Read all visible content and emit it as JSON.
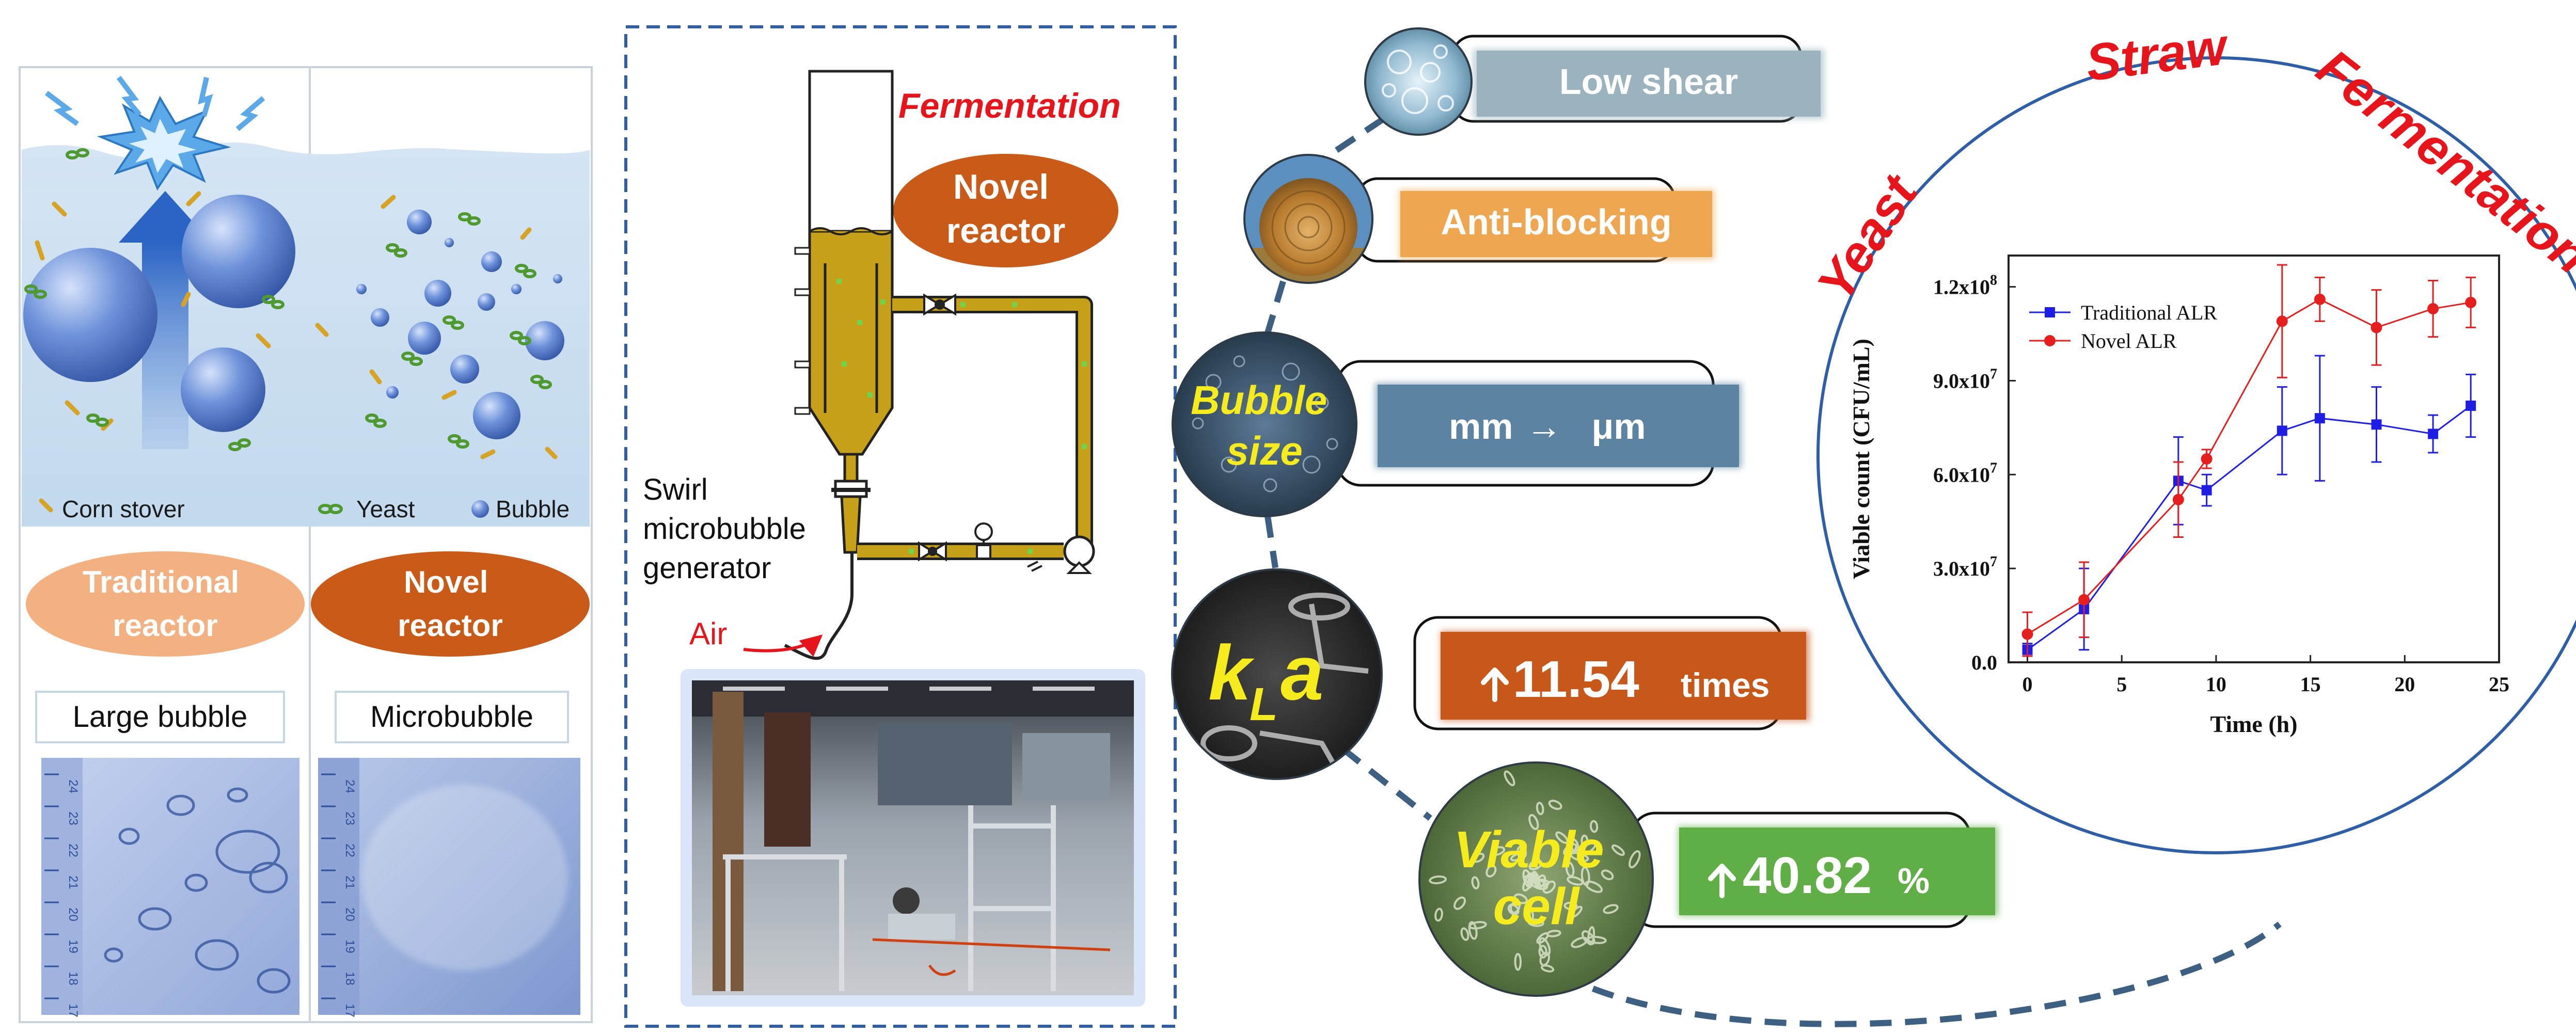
{
  "left_panel": {
    "legend": {
      "corn_stover": "Corn stover",
      "yeast": "Yeast",
      "bubble": "Bubble"
    },
    "traditional_reactor": "Traditional reactor",
    "novel_reactor": "Novel reactor",
    "large_bubble": "Large bubble",
    "microbubble": "Microbubble",
    "ruler_ticks": [
      "24",
      "23",
      "22",
      "21",
      "20",
      "19",
      "18",
      "17"
    ]
  },
  "middle_panel": {
    "fermentation_label": "Fermentation",
    "novel_reactor": "Novel reactor",
    "generator_label": "Swirl microbubble generator",
    "air_label": "Air"
  },
  "features": {
    "low_shear": "Low shear",
    "anti_blocking": "Anti-blocking",
    "bubble_size_circle": "Bubble size",
    "bubble_size_from": "mm",
    "bubble_size_arrow": "→",
    "bubble_size_to": "μm",
    "kla_k": "k",
    "kla_sub": "L",
    "kla_a": "a",
    "kla_increase_value": "11.54",
    "kla_increase_unit": "times",
    "viable_cell_circle": "Viable cell",
    "viable_increase_value": "40.82",
    "viable_increase_unit": "%"
  },
  "ring_labels": {
    "yeast": "Yeast",
    "straw": "Straw",
    "fermentation": "Fermentation"
  },
  "colors": {
    "accent_red": "#e8141b",
    "reactor_orange": "#c95a18",
    "light_orange": "#f3b182",
    "grey_blue_box": "#9ab3be",
    "orange_box": "#efa650",
    "steel_blue_box": "#5c84a2",
    "brown_box": "#c8581a",
    "green_box": "#5fae46",
    "dashed_blue": "#2e5ea8",
    "bubble_blue": "#4f78c6",
    "traditional_series": "#1e1ee6",
    "novel_series": "#e61e1e"
  },
  "chart_data": {
    "type": "line",
    "title": "",
    "xlabel": "Time (h)",
    "ylabel": "Viable count (CFU/mL)",
    "xlim": [
      -1,
      25
    ],
    "ylim": [
      0,
      130000000.0
    ],
    "x_ticks": [
      "0",
      "5",
      "10",
      "15",
      "20",
      "25"
    ],
    "y_ticks": [
      {
        "mant": "0.0",
        "exp": ""
      },
      {
        "mant": "3.0x10",
        "exp": "7"
      },
      {
        "mant": "6.0x10",
        "exp": "7"
      },
      {
        "mant": "9.0x10",
        "exp": "7"
      },
      {
        "mant": "1.2x10",
        "exp": "8"
      }
    ],
    "legend_position": "top-left",
    "series": [
      {
        "name": "Traditional ALR",
        "color": "#1e1ee6",
        "marker": "square",
        "x": [
          0,
          3,
          8,
          9.5,
          13.5,
          15.5,
          18.5,
          21.5,
          23.5
        ],
        "y": [
          4000000.0,
          17000000.0,
          58000000.0,
          55000000.0,
          74000000.0,
          78000000.0,
          76000000.0,
          73000000.0,
          82000000.0
        ],
        "err": [
          2000000.0,
          13000000.0,
          14000000.0,
          5000000.0,
          14000000.0,
          20000000.0,
          12000000.0,
          6000000.0,
          10000000.0
        ]
      },
      {
        "name": "Novel ALR",
        "color": "#e61e1e",
        "marker": "circle",
        "x": [
          0,
          3,
          8,
          9.5,
          13.5,
          15.5,
          18.5,
          21.5,
          23.5
        ],
        "y": [
          9000000.0,
          20000000.0,
          52000000.0,
          65000000.0,
          109000000.0,
          116000000.0,
          107000000.0,
          113000000.0,
          115000000.0
        ],
        "err": [
          7000000.0,
          12000000.0,
          12000000.0,
          3000000.0,
          18000000.0,
          7000000.0,
          12000000.0,
          9000000.0,
          8000000.0
        ]
      }
    ]
  }
}
